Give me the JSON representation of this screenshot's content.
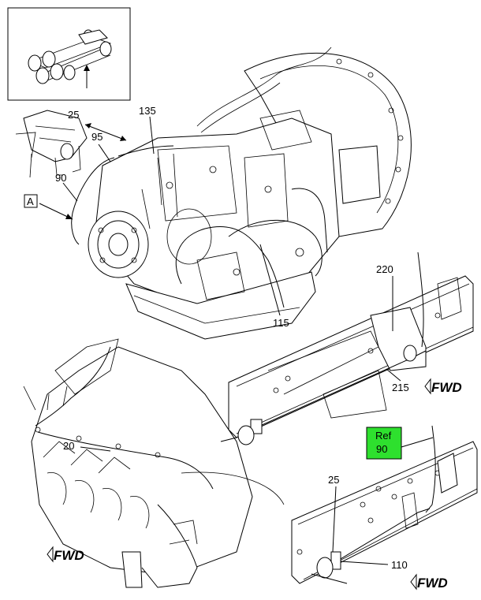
{
  "callouts": {
    "c25_top": "25",
    "c135": "135",
    "c95": "95",
    "c90": "90",
    "cA": "A",
    "c220": "220",
    "c115": "115",
    "c215": "215",
    "c20": "20",
    "c25_bottom": "25",
    "c110": "110"
  },
  "ref_box": {
    "line1": "Ref",
    "line2": "90",
    "color": "#2ee02e"
  },
  "fwd_labels": {
    "right_upper": "FWD",
    "left_lower": "FWD",
    "right_lower": "FWD"
  },
  "icons": {
    "fwd_arrow": "fwd-arrow-icon",
    "direction_arrow": "up-arrow-icon"
  }
}
